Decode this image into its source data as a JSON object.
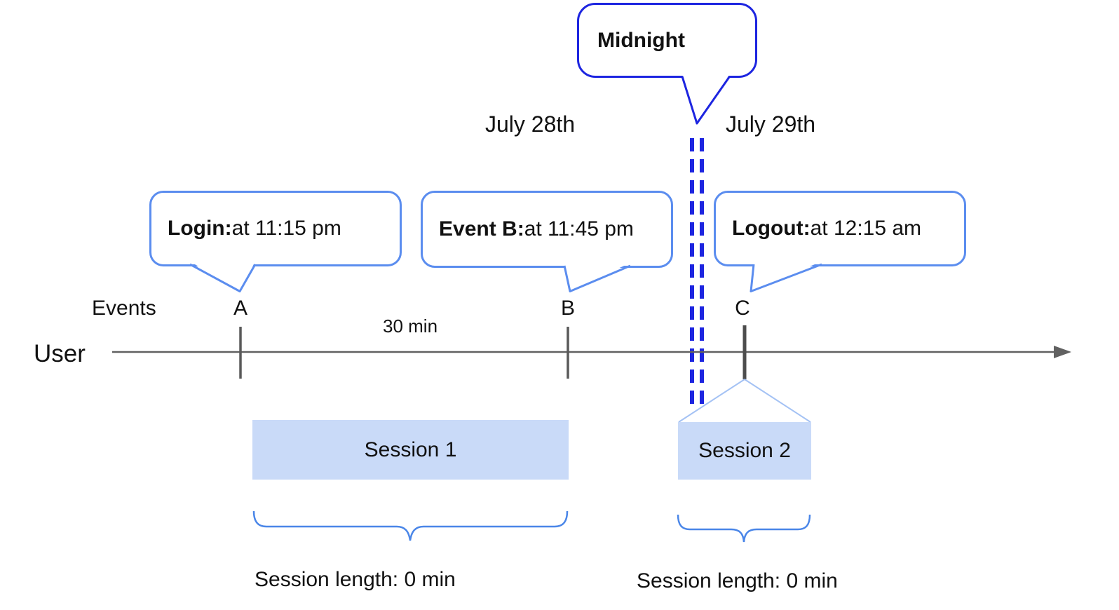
{
  "midnight": {
    "label": "Midnight"
  },
  "dates": {
    "left": "July 28th",
    "right": "July 29th"
  },
  "axis": {
    "events_row_label": "Events",
    "user_label": "User",
    "interval_label": "30 min"
  },
  "events": [
    {
      "id": "A",
      "bold": "Login:",
      "rest": " at 11:15 pm"
    },
    {
      "id": "B",
      "bold": "Event B:",
      "rest": " at 11:45 pm"
    },
    {
      "id": "C",
      "bold": "Logout:",
      "rest": " at 12:15 am"
    }
  ],
  "sessions": [
    {
      "name": "Session 1",
      "length_label": "Session length: 0 min"
    },
    {
      "name": "Session 2",
      "length_label": "Session length: 0 min"
    }
  ],
  "colors": {
    "bubble_border": "#5b8def",
    "midnight_blue": "#1d25e0",
    "session_fill": "#c9daf8",
    "brace_blue": "#4a86e8",
    "funnel_blue": "#a4c2f4",
    "axis_gray": "#616161"
  }
}
